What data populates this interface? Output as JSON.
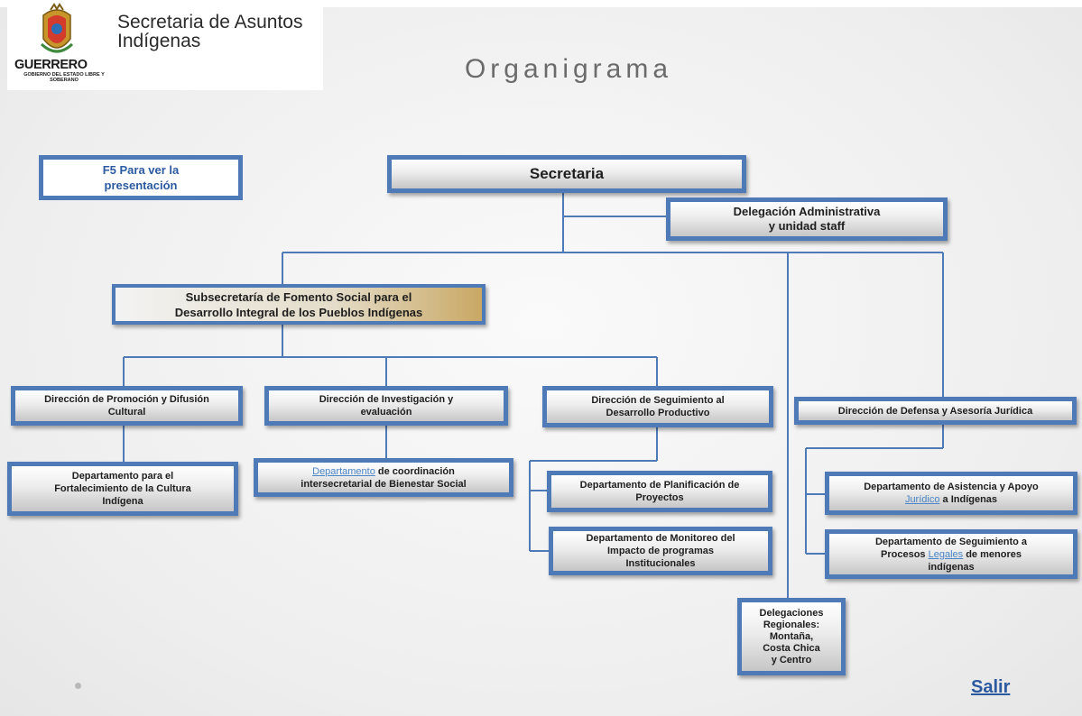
{
  "header": {
    "state_name": "GUERRERO",
    "state_sub": "GOBIERNO DEL ESTADO LIBRE Y SOBERANO",
    "agency_line1": "Secretaria de Asuntos",
    "agency_line2": "Indígenas",
    "title": "Organigrama"
  },
  "hint": {
    "line1": "F5 Para ver la",
    "line2": "presentación"
  },
  "nodes": {
    "secretaria": "Secretaria",
    "delegacion_l1": "Delegación Administrativa",
    "delegacion_l2": "y unidad staff",
    "subsecretaria_l1": "Subsecretaría de Fomento  Social para el",
    "subsecretaria_l2": "Desarrollo Integral de los Pueblos Indígenas",
    "dir_promocion_l1": "Dirección de Promoción y Difusión",
    "dir_promocion_l2": "Cultural",
    "dir_investigacion_l1": "Dirección de Investigación y",
    "dir_investigacion_l2": "evaluación",
    "dir_seguimiento_l1": "Dirección de Seguimiento al",
    "dir_seguimiento_l2": "Desarrollo Productivo",
    "dir_defensa": "Dirección  de Defensa y Asesoría Jurídica",
    "dep_cultura_l1": "Departamento para el",
    "dep_cultura_l2": "Fortalecimiento de la Cultura",
    "dep_cultura_l3": "Indígena",
    "dep_coord_link": "Departamento",
    "dep_coord_l1_rest": " de coordinación",
    "dep_coord_l2": "intersecretarial de Bienestar Social",
    "dep_planificacion_l1": "Departamento de Planificación de",
    "dep_planificacion_l2": "Proyectos",
    "dep_monitoreo_l1": "Departamento de Monitoreo  del",
    "dep_monitoreo_l2": "Impacto de programas",
    "dep_monitoreo_l3": "Institucionales",
    "dep_asistencia_l1": "Departamento de Asistencia y Apoyo",
    "dep_asistencia_link": "Jurídico",
    "dep_asistencia_l2_rest": " a Indígenas",
    "dep_procesos_l1": "Departamento de Seguimiento a",
    "dep_procesos_l2_pre": "Procesos ",
    "dep_procesos_link": "Legales",
    "dep_procesos_l2_rest": " de menores",
    "dep_procesos_l3": "indígenas",
    "delegaciones_l1": "Delegaciones",
    "delegaciones_l2": "Regionales:",
    "delegaciones_l3": "Montaña,",
    "delegaciones_l4": "Costa Chica",
    "delegaciones_l5": "y Centro"
  },
  "footer": {
    "exit_label": "Salir"
  },
  "colors": {
    "box_border": "#4f7ab8",
    "connector": "#4f7ab8",
    "link": "#2c5aa0"
  }
}
